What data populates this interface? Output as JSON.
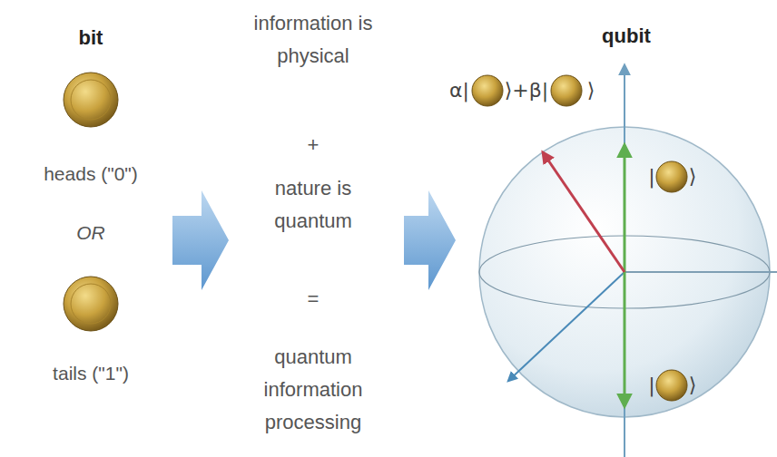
{
  "diagram": {
    "labels": [
      "bit",
      "heads (\"0\")",
      "OR",
      "tails (\"1\")",
      "information is physical",
      "+",
      "nature is quantum",
      "=",
      "quantum information processing",
      "qubit",
      "α|",
      "⟩+β|",
      "⟩",
      "|",
      "⟩",
      "|",
      "⟩"
    ]
  }
}
